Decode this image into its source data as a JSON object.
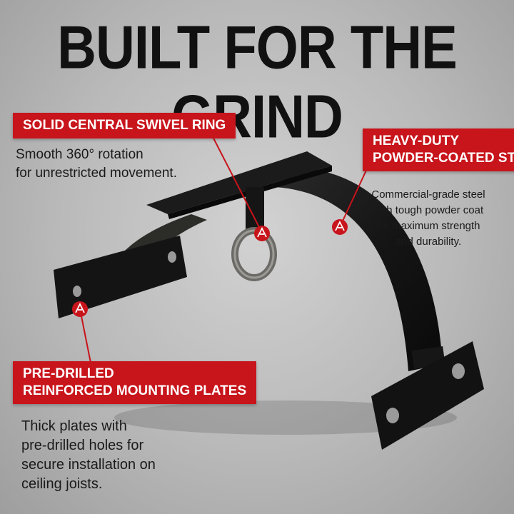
{
  "headline": "BUILT FOR THE GRIND",
  "colors": {
    "accent": "#c8141b",
    "product": "#141414",
    "background": "#bcbcbc"
  },
  "callouts": [
    {
      "id": "swivel-ring",
      "title_lines": [
        "SOLID CENTRAL SWIVEL RING"
      ],
      "desc_lines": [
        "Smooth 360° rotation",
        "for unrestricted movement."
      ]
    },
    {
      "id": "steel",
      "title_lines": [
        "HEAVY-DUTY",
        "POWDER-COATED STEEL"
      ],
      "desc_lines": [
        "Commercial-grade steel",
        "with tough powder coat",
        "for maximum strength",
        "and durability."
      ]
    },
    {
      "id": "plates",
      "title_lines": [
        "PRE-DRILLED",
        "REINFORCED MOUNTING PLATES"
      ],
      "desc_lines": [
        "Thick plates with",
        "pre-drilled holes for",
        "secure installation on",
        "ceiling joists."
      ]
    }
  ],
  "badge_icon": "brand-logo-icon"
}
